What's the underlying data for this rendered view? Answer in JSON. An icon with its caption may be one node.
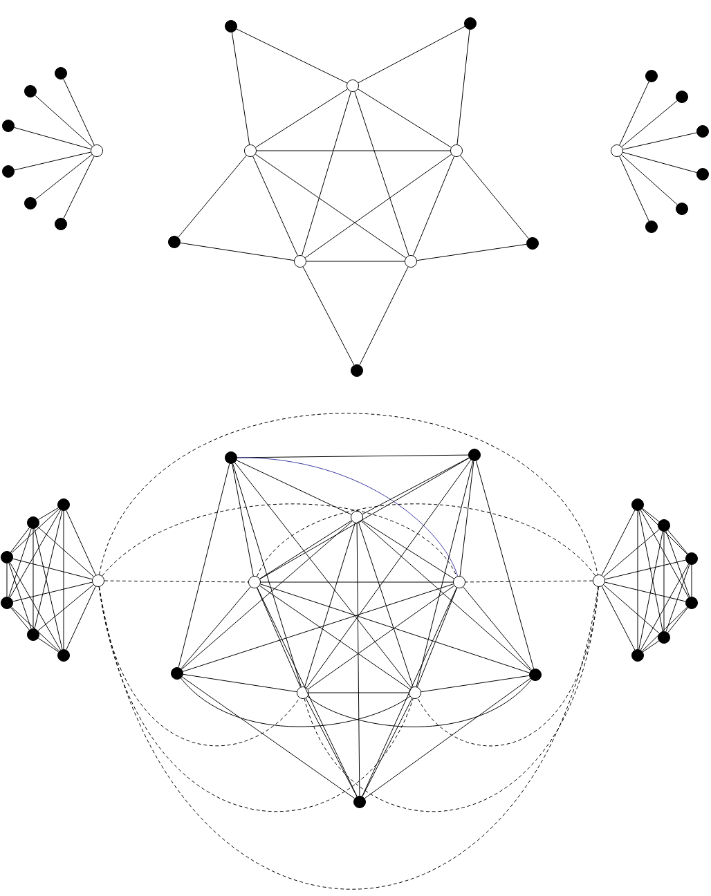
{
  "diagram": {
    "nodes": [
      {
        "text": [],
        "shape": "circle"
      },
      {
        "text": [],
        "shape": "circle"
      },
      {
        "text": [],
        "shape": "circle"
      },
      {
        "text": [],
        "shape": "circle"
      },
      {
        "text": [],
        "shape": "circle"
      },
      {
        "text": [],
        "shape": "circle"
      },
      {
        "text": [],
        "shape": "circle"
      },
      {
        "text": [],
        "shape": "circle"
      },
      {
        "text": [],
        "shape": "circle"
      },
      {
        "text": [],
        "shape": "circle"
      },
      {
        "text": [],
        "shape": "circle"
      },
      {
        "text": [],
        "shape": "circle"
      },
      {
        "text": [],
        "shape": "circle"
      },
      {
        "text": [],
        "shape": "circle"
      },
      {
        "text": [],
        "shape": "circle"
      },
      {
        "text": [],
        "shape": "circle"
      },
      {
        "text": [],
        "shape": "circle"
      },
      {
        "text": [],
        "shape": "circle"
      },
      {
        "text": [],
        "shape": "circle"
      },
      {
        "text": [],
        "shape": "circle"
      },
      {
        "text": [],
        "shape": "circle"
      },
      {
        "text": [],
        "shape": "circle"
      },
      {
        "text": [],
        "shape": "circle"
      },
      {
        "text": [],
        "shape": "circle"
      },
      {
        "text": [],
        "shape": "circle"
      },
      {
        "text": [],
        "shape": "circle"
      },
      {
        "text": [],
        "shape": "circle"
      },
      {
        "text": [],
        "shape": "circle"
      },
      {
        "text": [],
        "shape": "circle"
      },
      {
        "text": [],
        "shape": "circle"
      },
      {
        "text": [],
        "shape": "circle"
      },
      {
        "text": [],
        "shape": "circle"
      },
      {
        "text": [],
        "shape": "circle"
      },
      {
        "text": [],
        "shape": "circle"
      },
      {
        "text": [],
        "shape": "circle"
      },
      {
        "text": [],
        "shape": "circle"
      },
      {
        "text": [],
        "shape": "circle"
      },
      {
        "text": [],
        "shape": "circle"
      },
      {
        "text": [],
        "shape": "circle"
      },
      {
        "text": [],
        "shape": "circle"
      },
      {
        "text": [],
        "shape": "circle"
      },
      {
        "text": [],
        "shape": "circle"
      },
      {
        "text": [],
        "shape": "circle"
      },
      {
        "text": [],
        "shape": "circle"
      },
      {
        "text": [],
        "shape": "circle"
      },
      {
        "text": [],
        "shape": "circle"
      },
      {
        "text": [],
        "shape": "circle"
      },
      {
        "text": [],
        "shape": "circle"
      }
    ],
    "edges": [
      {
        "from": 0,
        "to": 1,
        "arrow": "none"
      },
      {
        "from": 0,
        "to": 2,
        "arrow": "none"
      },
      {
        "from": 0,
        "to": 3,
        "arrow": "none"
      },
      {
        "from": 0,
        "to": 4,
        "arrow": "none"
      },
      {
        "from": 0,
        "to": 5,
        "arrow": "none"
      },
      {
        "from": 0,
        "to": 6,
        "arrow": "none"
      },
      {
        "from": 12,
        "to": 7,
        "arrow": "none"
      },
      {
        "from": 12,
        "to": 8,
        "arrow": "none"
      },
      {
        "from": 13,
        "to": 7,
        "arrow": "none"
      },
      {
        "from": 13,
        "to": 9,
        "arrow": "none"
      },
      {
        "from": 14,
        "to": 8,
        "arrow": "none"
      },
      {
        "from": 14,
        "to": 10,
        "arrow": "none"
      },
      {
        "from": 15,
        "to": 9,
        "arrow": "none"
      },
      {
        "from": 15,
        "to": 11,
        "arrow": "none"
      },
      {
        "from": 16,
        "to": 10,
        "arrow": "none"
      },
      {
        "from": 16,
        "to": 11,
        "arrow": "none"
      },
      {
        "from": 7,
        "to": 8,
        "arrow": "none"
      },
      {
        "from": 7,
        "to": 9,
        "arrow": "none"
      },
      {
        "from": 7,
        "to": 10,
        "arrow": "none"
      },
      {
        "from": 7,
        "to": 11,
        "arrow": "none"
      },
      {
        "from": 8,
        "to": 9,
        "arrow": "none"
      },
      {
        "from": 8,
        "to": 10,
        "arrow": "none"
      },
      {
        "from": 8,
        "to": 11,
        "arrow": "none"
      },
      {
        "from": 9,
        "to": 10,
        "arrow": "none"
      },
      {
        "from": 9,
        "to": 11,
        "arrow": "none"
      },
      {
        "from": 10,
        "to": 11,
        "arrow": "none"
      },
      {
        "from": 17,
        "to": 18,
        "arrow": "none"
      },
      {
        "from": 17,
        "to": 19,
        "arrow": "none"
      },
      {
        "from": 17,
        "to": 20,
        "arrow": "none"
      },
      {
        "from": 17,
        "to": 21,
        "arrow": "none"
      },
      {
        "from": 17,
        "to": 22,
        "arrow": "none"
      },
      {
        "from": 17,
        "to": 23,
        "arrow": "none"
      },
      {
        "from": 24,
        "to": 25,
        "arrow": "none"
      },
      {
        "from": 24,
        "to": 26,
        "arrow": "none"
      },
      {
        "from": 24,
        "to": 27,
        "arrow": "none"
      },
      {
        "from": 24,
        "to": 28,
        "arrow": "none"
      },
      {
        "from": 24,
        "to": 29,
        "arrow": "none"
      },
      {
        "from": 24,
        "to": 30,
        "arrow": "none"
      },
      {
        "from": 25,
        "to": 26,
        "arrow": "none"
      },
      {
        "from": 25,
        "to": 27,
        "arrow": "none"
      },
      {
        "from": 25,
        "to": 28,
        "arrow": "none"
      },
      {
        "from": 25,
        "to": 29,
        "arrow": "none"
      },
      {
        "from": 25,
        "to": 30,
        "arrow": "none"
      },
      {
        "from": 26,
        "to": 27,
        "arrow": "none"
      },
      {
        "from": 26,
        "to": 28,
        "arrow": "none"
      },
      {
        "from": 26,
        "to": 29,
        "arrow": "none"
      },
      {
        "from": 26,
        "to": 30,
        "arrow": "none"
      },
      {
        "from": 27,
        "to": 28,
        "arrow": "none"
      },
      {
        "from": 27,
        "to": 29,
        "arrow": "none"
      },
      {
        "from": 27,
        "to": 30,
        "arrow": "none"
      },
      {
        "from": 28,
        "to": 29,
        "arrow": "none"
      },
      {
        "from": 28,
        "to": 30,
        "arrow": "none"
      },
      {
        "from": 29,
        "to": 30,
        "arrow": "none"
      },
      {
        "from": 31,
        "to": 32,
        "arrow": "none"
      },
      {
        "from": 31,
        "to": 33,
        "arrow": "none"
      },
      {
        "from": 31,
        "to": 34,
        "arrow": "none"
      },
      {
        "from": 31,
        "to": 35,
        "arrow": "none"
      },
      {
        "from": 32,
        "to": 33,
        "arrow": "none"
      },
      {
        "from": 32,
        "to": 34,
        "arrow": "none"
      },
      {
        "from": 32,
        "to": 35,
        "arrow": "none"
      },
      {
        "from": 33,
        "to": 34,
        "arrow": "none"
      },
      {
        "from": 33,
        "to": 35,
        "arrow": "none"
      },
      {
        "from": 34,
        "to": 35,
        "arrow": "none"
      },
      {
        "from": 36,
        "to": 37,
        "arrow": "none"
      },
      {
        "from": 37,
        "to": 39,
        "arrow": "none"
      },
      {
        "from": 39,
        "to": 40,
        "arrow": "none"
      },
      {
        "from": 40,
        "to": 38,
        "arrow": "none"
      },
      {
        "from": 38,
        "to": 36,
        "arrow": "none"
      },
      {
        "from": 36,
        "to": 31,
        "arrow": "none"
      },
      {
        "from": 36,
        "to": 32,
        "arrow": "none"
      },
      {
        "from": 36,
        "to": 33,
        "arrow": "none",
        "color": "#3b3ba0"
      },
      {
        "from": 36,
        "to": 34,
        "arrow": "none"
      },
      {
        "from": 36,
        "to": 35,
        "arrow": "none"
      },
      {
        "from": 37,
        "to": 31,
        "arrow": "none"
      },
      {
        "from": 37,
        "to": 32,
        "arrow": "none"
      },
      {
        "from": 37,
        "to": 33,
        "arrow": "none"
      },
      {
        "from": 37,
        "to": 34,
        "arrow": "none"
      },
      {
        "from": 37,
        "to": 35,
        "arrow": "none"
      },
      {
        "from": 38,
        "to": 31,
        "arrow": "none"
      },
      {
        "from": 38,
        "to": 32,
        "arrow": "none"
      },
      {
        "from": 38,
        "to": 33,
        "arrow": "none"
      },
      {
        "from": 38,
        "to": 34,
        "arrow": "none"
      },
      {
        "from": 38,
        "to": 35,
        "arrow": "none"
      },
      {
        "from": 39,
        "to": 31,
        "arrow": "none"
      },
      {
        "from": 39,
        "to": 32,
        "arrow": "none"
      },
      {
        "from": 39,
        "to": 33,
        "arrow": "none"
      },
      {
        "from": 39,
        "to": 34,
        "arrow": "none"
      },
      {
        "from": 39,
        "to": 35,
        "arrow": "none"
      },
      {
        "from": 40,
        "to": 31,
        "arrow": "none"
      },
      {
        "from": 40,
        "to": 32,
        "arrow": "none"
      },
      {
        "from": 40,
        "to": 33,
        "arrow": "none"
      },
      {
        "from": 40,
        "to": 34,
        "arrow": "none"
      },
      {
        "from": 40,
        "to": 35,
        "arrow": "none"
      },
      {
        "from": 41,
        "to": 42,
        "arrow": "none"
      },
      {
        "from": 41,
        "to": 43,
        "arrow": "none"
      },
      {
        "from": 41,
        "to": 44,
        "arrow": "none"
      },
      {
        "from": 41,
        "to": 45,
        "arrow": "none"
      },
      {
        "from": 41,
        "to": 46,
        "arrow": "none"
      },
      {
        "from": 41,
        "to": 47,
        "arrow": "none"
      },
      {
        "from": 42,
        "to": 43,
        "arrow": "none"
      },
      {
        "from": 42,
        "to": 44,
        "arrow": "none"
      },
      {
        "from": 42,
        "to": 45,
        "arrow": "none"
      },
      {
        "from": 42,
        "to": 46,
        "arrow": "none"
      },
      {
        "from": 42,
        "to": 47,
        "arrow": "none"
      },
      {
        "from": 43,
        "to": 44,
        "arrow": "none"
      },
      {
        "from": 43,
        "to": 45,
        "arrow": "none"
      },
      {
        "from": 43,
        "to": 46,
        "arrow": "none"
      },
      {
        "from": 43,
        "to": 47,
        "arrow": "none"
      },
      {
        "from": 44,
        "to": 45,
        "arrow": "none"
      },
      {
        "from": 44,
        "to": 46,
        "arrow": "none"
      },
      {
        "from": 44,
        "to": 47,
        "arrow": "none"
      },
      {
        "from": 45,
        "to": 46,
        "arrow": "none"
      },
      {
        "from": 45,
        "to": 47,
        "arrow": "none"
      },
      {
        "from": 46,
        "to": 47,
        "arrow": "none"
      },
      {
        "from": 24,
        "to": 32,
        "arrow": "none",
        "style": "dashed"
      },
      {
        "from": 41,
        "to": 33,
        "arrow": "none",
        "style": "dashed"
      },
      {
        "from": 24,
        "to": 41,
        "arrow": "none",
        "style": "dashed"
      },
      {
        "from": 24,
        "to": 41,
        "arrow": "none",
        "style": "dashed"
      },
      {
        "from": 24,
        "to": 33,
        "arrow": "none",
        "style": "dashed"
      },
      {
        "from": 41,
        "to": 32,
        "arrow": "none",
        "style": "dashed"
      },
      {
        "from": 24,
        "to": 34,
        "arrow": "none",
        "style": "dashed"
      },
      {
        "from": 24,
        "to": 35,
        "arrow": "none",
        "style": "dashed"
      },
      {
        "from": 41,
        "to": 35,
        "arrow": "none",
        "style": "dashed"
      },
      {
        "from": 41,
        "to": 34,
        "arrow": "none",
        "style": "dashed"
      }
    ]
  }
}
